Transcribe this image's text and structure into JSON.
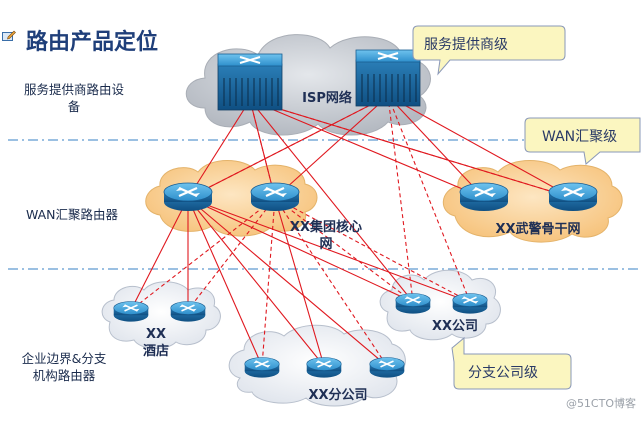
{
  "title": "路由产品定位",
  "left_labels": {
    "isp_tier": "服务提供商路由设备",
    "wan_tier": "WAN汇聚路由器",
    "edge_tier": "企业边界&分支机构路由器"
  },
  "network_labels": {
    "isp": "ISP网络",
    "group_core": "XX集团核心网",
    "armed_police": "XX武警骨干网",
    "hotel": "XX酒店",
    "company": "XX公司",
    "branch": "XX分公司"
  },
  "callouts": {
    "provider": "服务提供商级",
    "wan": "WAN汇聚级",
    "branch": "分支公司级"
  },
  "watermark": "@51CTO博客",
  "colors": {
    "title": "#1f3f7a",
    "link": "#e0181f",
    "tier_divider": "#5f9bd1",
    "isp_cloud": "#c9cdd3",
    "wan_cloud": "#fbd9a6",
    "edge_cloud": "#eef1f6",
    "router": "#1f7ab7",
    "callout_fill": "#fbf6c0"
  },
  "icons": [
    "edit-icon",
    "router-icon",
    "cloud-icon"
  ]
}
